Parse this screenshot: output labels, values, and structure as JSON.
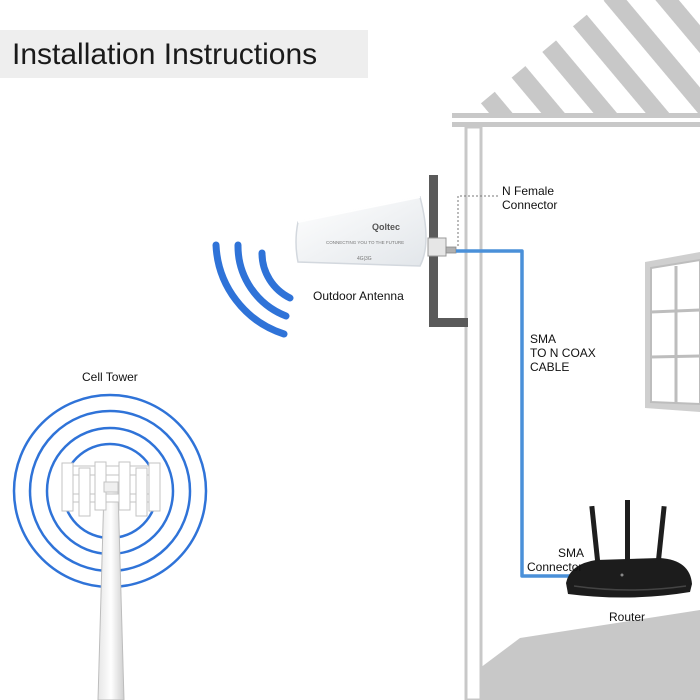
{
  "title": "Installation Instructions",
  "labels": {
    "cell_tower": "Cell Tower",
    "outdoor_antenna": "Outdoor Antenna",
    "n_female_line1": "N Female",
    "n_female_line2": "Connector",
    "sma_cable_line1": "SMA",
    "sma_cable_line2": "TO N COAX",
    "sma_cable_line3": "CABLE",
    "sma_conn_line1": "SMA",
    "sma_conn_line2": "Connector",
    "router": "Router"
  },
  "antenna_text": {
    "brand": "Qoltec",
    "tagline": "CONNECTING YOU TO THE FUTURE",
    "model": "4G|3G"
  },
  "colors": {
    "signal_blue": "#2f73d8",
    "cable_blue": "#4a90d9",
    "house_gray": "#c8c8c8",
    "mount_gray": "#5a5a5a"
  }
}
